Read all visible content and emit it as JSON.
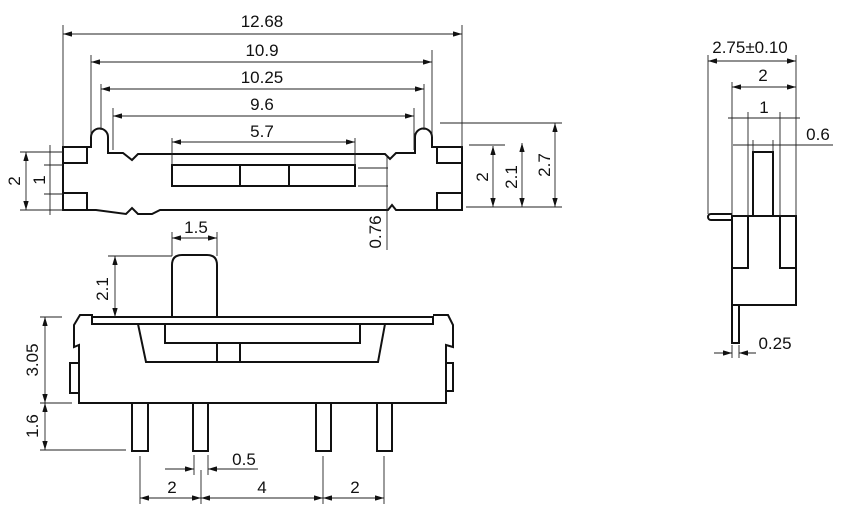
{
  "top_view": {
    "overall_length": "12.68",
    "lug_outer_span": "10.9",
    "lug_inner_span": "10.25",
    "body_length": "9.6",
    "slot_length": "5.7",
    "height_left": "2",
    "pad_height": "1",
    "height_right": "2",
    "slot_height": "2.1",
    "total_height": "2.7",
    "notch_depth": "0.76"
  },
  "front_view": {
    "actuator_width": "1.5",
    "actuator_height": "2.1",
    "body_height": "3.05",
    "pin_length": "1.6",
    "pin_width": "0.5",
    "pitch_left": "2",
    "pitch_middle": "4",
    "pitch_right": "2"
  },
  "side_view": {
    "overall_width": "2.75±0.10",
    "body_width": "2",
    "actuator_span": "1",
    "actuator_width": "0.6",
    "pin_thickness": "0.25"
  },
  "colors": {
    "line": "#111111",
    "background": "#ffffff"
  }
}
